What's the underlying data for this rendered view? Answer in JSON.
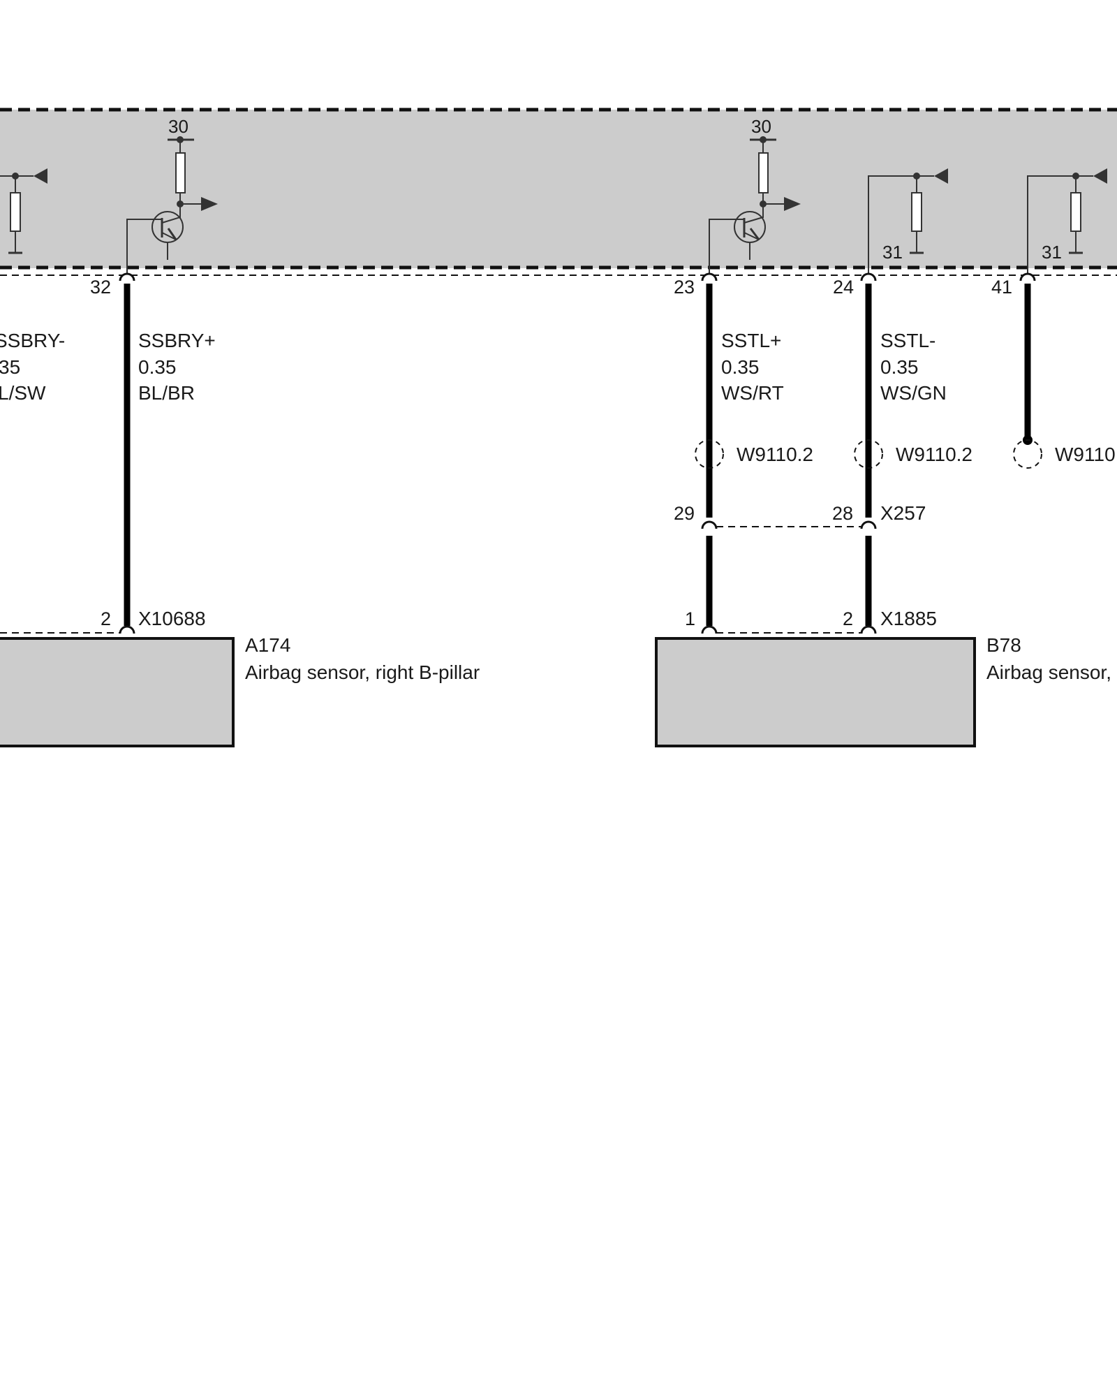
{
  "control_unit": {
    "supply_labels": [
      "30",
      "30"
    ],
    "ground_labels": [
      "31",
      "31"
    ]
  },
  "pins": {
    "p32": "32",
    "p23": "23",
    "p24": "24",
    "p41": "41"
  },
  "wires": {
    "ssbry_minus": {
      "signal": "SSBRY-",
      "gauge": "35",
      "color": "L/SW"
    },
    "ssbry_plus": {
      "signal": "SSBRY+",
      "gauge": "0.35",
      "color": "BL/BR"
    },
    "sstl_plus": {
      "signal": "SSTL+",
      "gauge": "0.35",
      "color": "WS/RT"
    },
    "sstl_minus": {
      "signal": "SSTL-",
      "gauge": "0.35",
      "color": "WS/GN"
    }
  },
  "shields": {
    "s1": "W9110.2",
    "s2": "W9110.2",
    "s3": "W9110"
  },
  "connector_x257": {
    "name": "X257",
    "pin_a": "29",
    "pin_b": "28"
  },
  "connector_x10688": {
    "name": "X10688",
    "pin": "2"
  },
  "connector_x1885": {
    "name": "X1885",
    "pin_a": "1",
    "pin_b": "2"
  },
  "components": {
    "a174": {
      "id": "A174",
      "description": "Airbag sensor, right B-pillar"
    },
    "b78": {
      "id": "B78",
      "description": "Airbag sensor,"
    }
  }
}
